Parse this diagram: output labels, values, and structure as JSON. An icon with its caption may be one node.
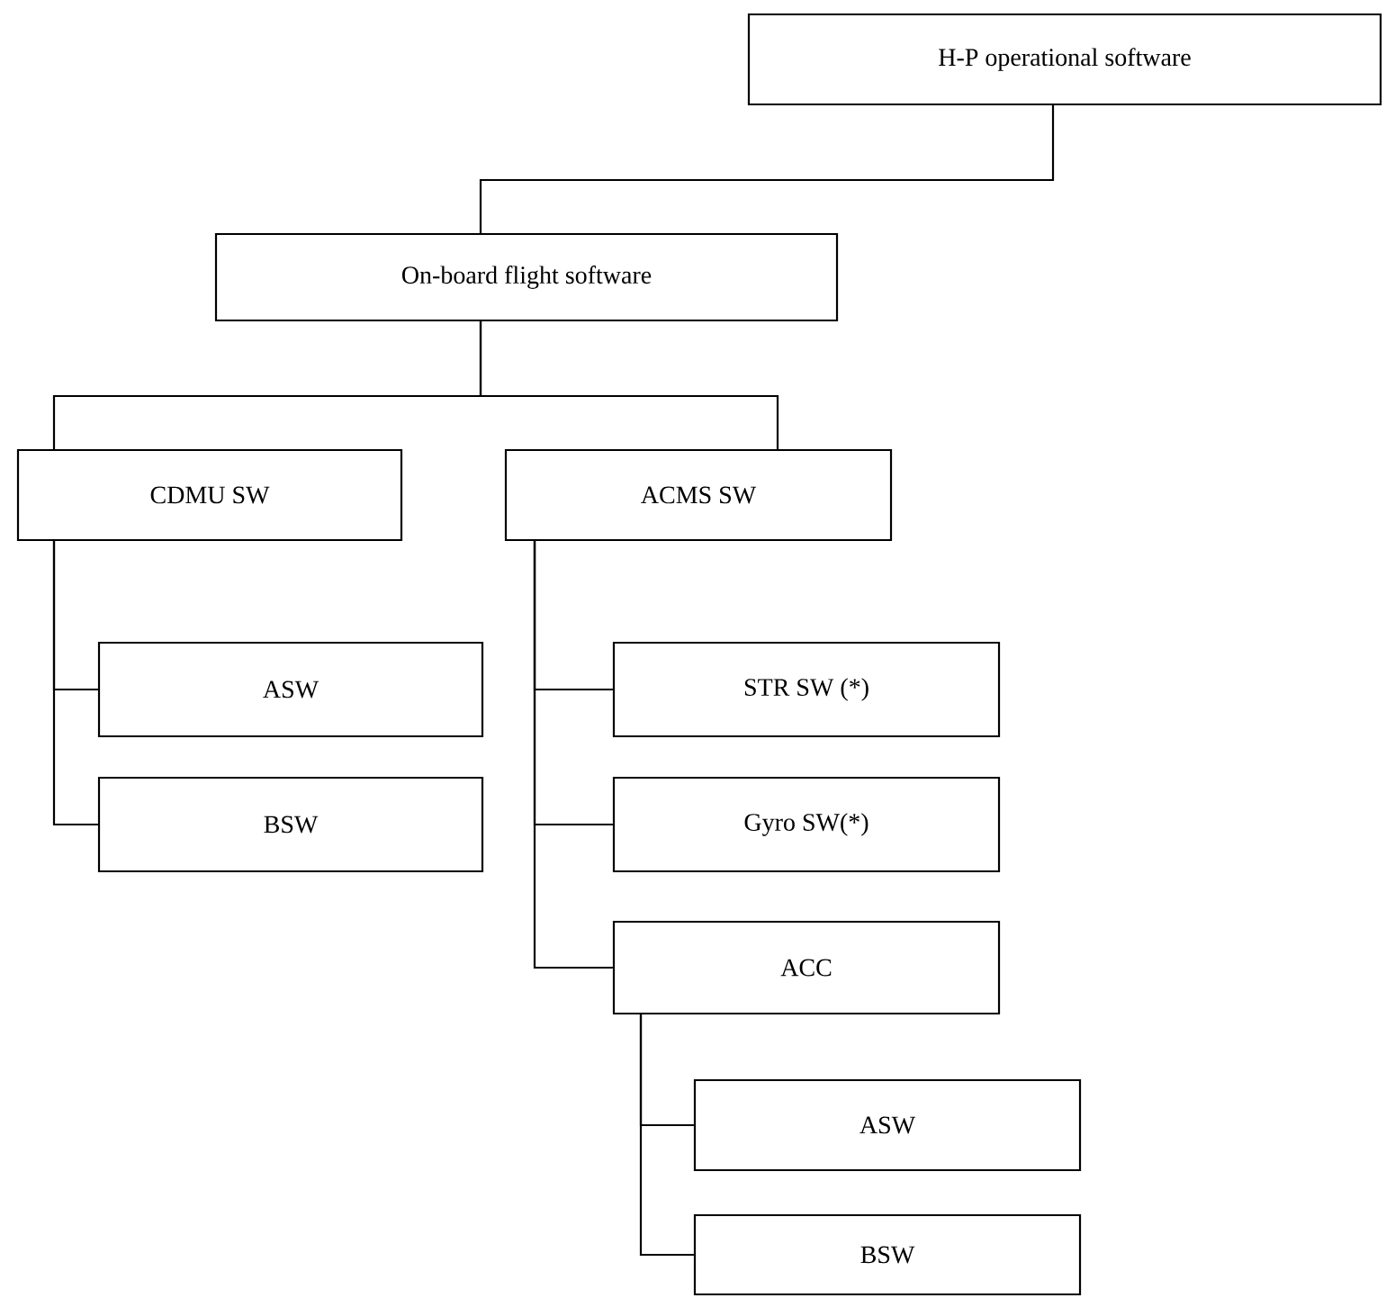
{
  "diagram": {
    "nodes": [
      {
        "text": [
          "H-P operational software"
        ]
      },
      {
        "text": [
          "On-board flight software"
        ]
      },
      {
        "text": [
          "CDMU SW"
        ]
      },
      {
        "text": [
          "ACMS SW"
        ]
      },
      {
        "text": [
          "ASW"
        ]
      },
      {
        "text": [
          "BSW"
        ]
      },
      {
        "text": [
          "STR SW (*)"
        ]
      },
      {
        "text": [
          "Gyro SW(*)"
        ]
      },
      {
        "text": [
          "ACC"
        ]
      },
      {
        "text": [
          "ASW"
        ]
      },
      {
        "text": [
          "BSW"
        ]
      }
    ],
    "edges": [
      {
        "from": 0,
        "to": 1,
        "arrow": "none"
      },
      {
        "from": 1,
        "to": 2,
        "arrow": "none"
      },
      {
        "from": 1,
        "to": 3,
        "arrow": "none"
      },
      {
        "from": 2,
        "to": 4,
        "arrow": "none"
      },
      {
        "from": 2,
        "to": 5,
        "arrow": "none"
      },
      {
        "from": 3,
        "to": 6,
        "arrow": "none"
      },
      {
        "from": 3,
        "to": 7,
        "arrow": "none"
      },
      {
        "from": 3,
        "to": 8,
        "arrow": "none"
      },
      {
        "from": 8,
        "to": 9,
        "arrow": "none"
      },
      {
        "from": 8,
        "to": 10,
        "arrow": "none"
      }
    ]
  }
}
